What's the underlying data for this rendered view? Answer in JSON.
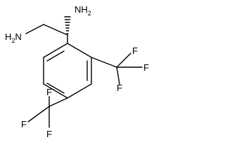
{
  "molecule": {
    "labels": {
      "amine_top_main": "NH",
      "amine_top_sub": "2",
      "amine_left_main": "H",
      "amine_left_sub": "2",
      "amine_left_tail": "N",
      "cf3_right_f1": "F",
      "cf3_right_f2": "F",
      "cf3_right_f3": "F",
      "cf3_left_f1": "F",
      "cf3_left_f2": "F",
      "cf3_left_f3": "F"
    },
    "colors": {
      "bond": "#000000",
      "text": "#000000",
      "background": "#ffffff"
    }
  }
}
